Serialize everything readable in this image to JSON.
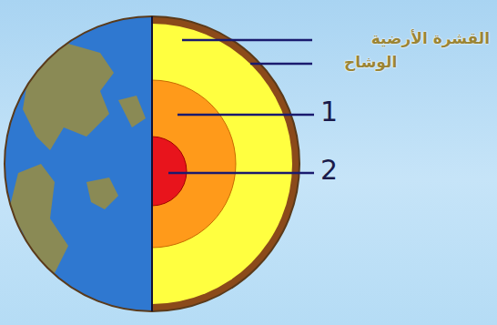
{
  "diagram": {
    "labels": [
      "القشرة الأرضية",
      "الوشاح",
      "1",
      "2"
    ]
  }
}
